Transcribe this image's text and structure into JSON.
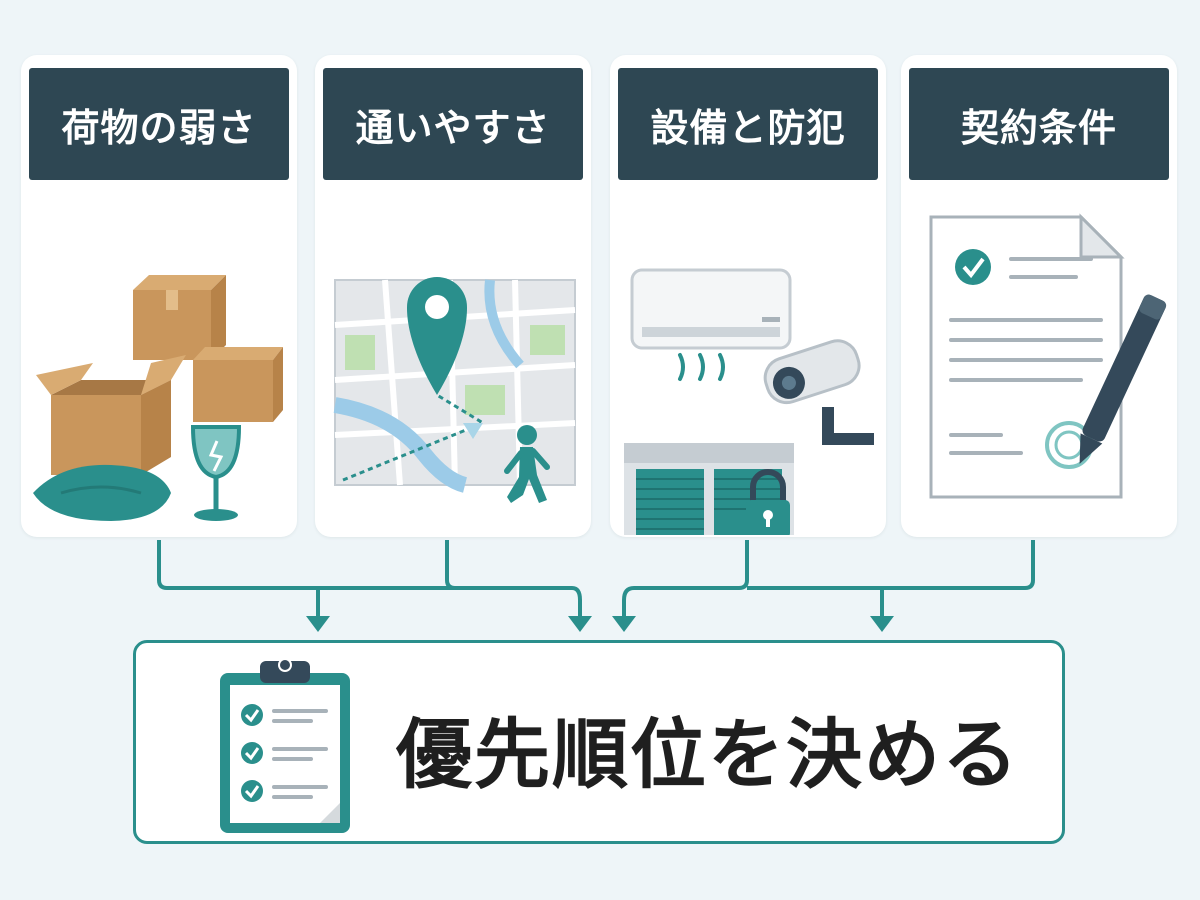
{
  "cards": [
    {
      "title": "荷物の弱さ",
      "illustration": "fragile-goods-illustration"
    },
    {
      "title": "通いやすさ",
      "illustration": "map-route-illustration"
    },
    {
      "title": "設備と防犯",
      "illustration": "facility-security-illustration"
    },
    {
      "title": "契約条件",
      "illustration": "contract-document-illustration"
    }
  ],
  "result": {
    "label": "優先順位を決める",
    "icon": "checklist-clipboard-icon"
  },
  "colors": {
    "header_bg": "#2e4753",
    "accent": "#2a8f8c",
    "background": "#eef5f8"
  }
}
